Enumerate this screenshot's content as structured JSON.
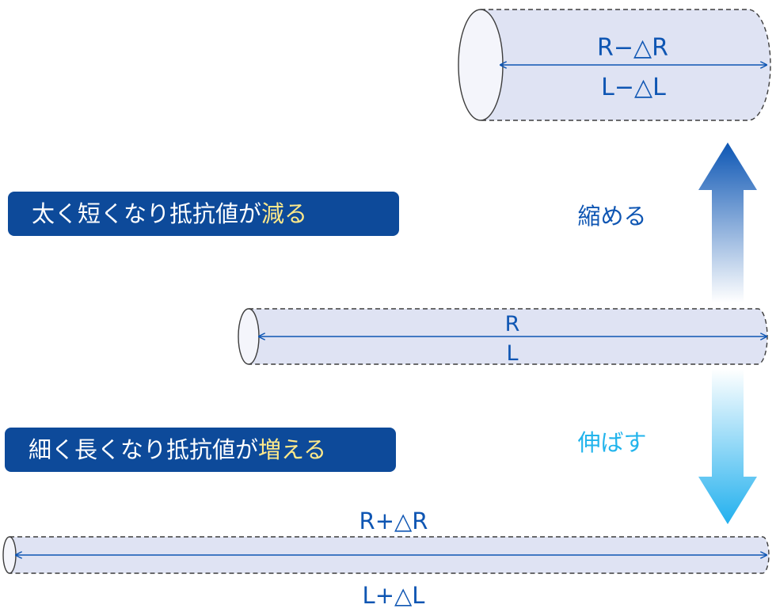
{
  "colors": {
    "cylinder_fill": "#dfe3f3",
    "cylinder_end": "#f4f5fb",
    "outline": "#3d3d3d",
    "dimension_line": "#0f56b3",
    "label_box": "#0d4a9a",
    "label_text": "#ffffff",
    "highlight_text": "#ffe98a",
    "shrink_text": "#0f56b3",
    "stretch_text": "#22b4ec",
    "arrow_up_top": "#0d56b4",
    "arrow_down_bottom": "#22b0ee"
  },
  "boxes": {
    "decrease": {
      "prefix": "太く短くなり抵抗値が",
      "highlight": "減る"
    },
    "increase": {
      "prefix": "細く長くなり抵抗値が",
      "highlight": "増える"
    }
  },
  "actions": {
    "shrink": "縮める",
    "stretch": "伸ばす"
  },
  "cylinders": {
    "short": {
      "resistance": "R−△R",
      "length": "L−△L"
    },
    "normal": {
      "resistance": "R",
      "length": "L"
    },
    "long": {
      "resistance": "R+△R",
      "length": "L+△L"
    }
  },
  "icons": {
    "up_arrow": "gradient-up-arrow-icon",
    "down_arrow": "gradient-down-arrow-icon"
  }
}
